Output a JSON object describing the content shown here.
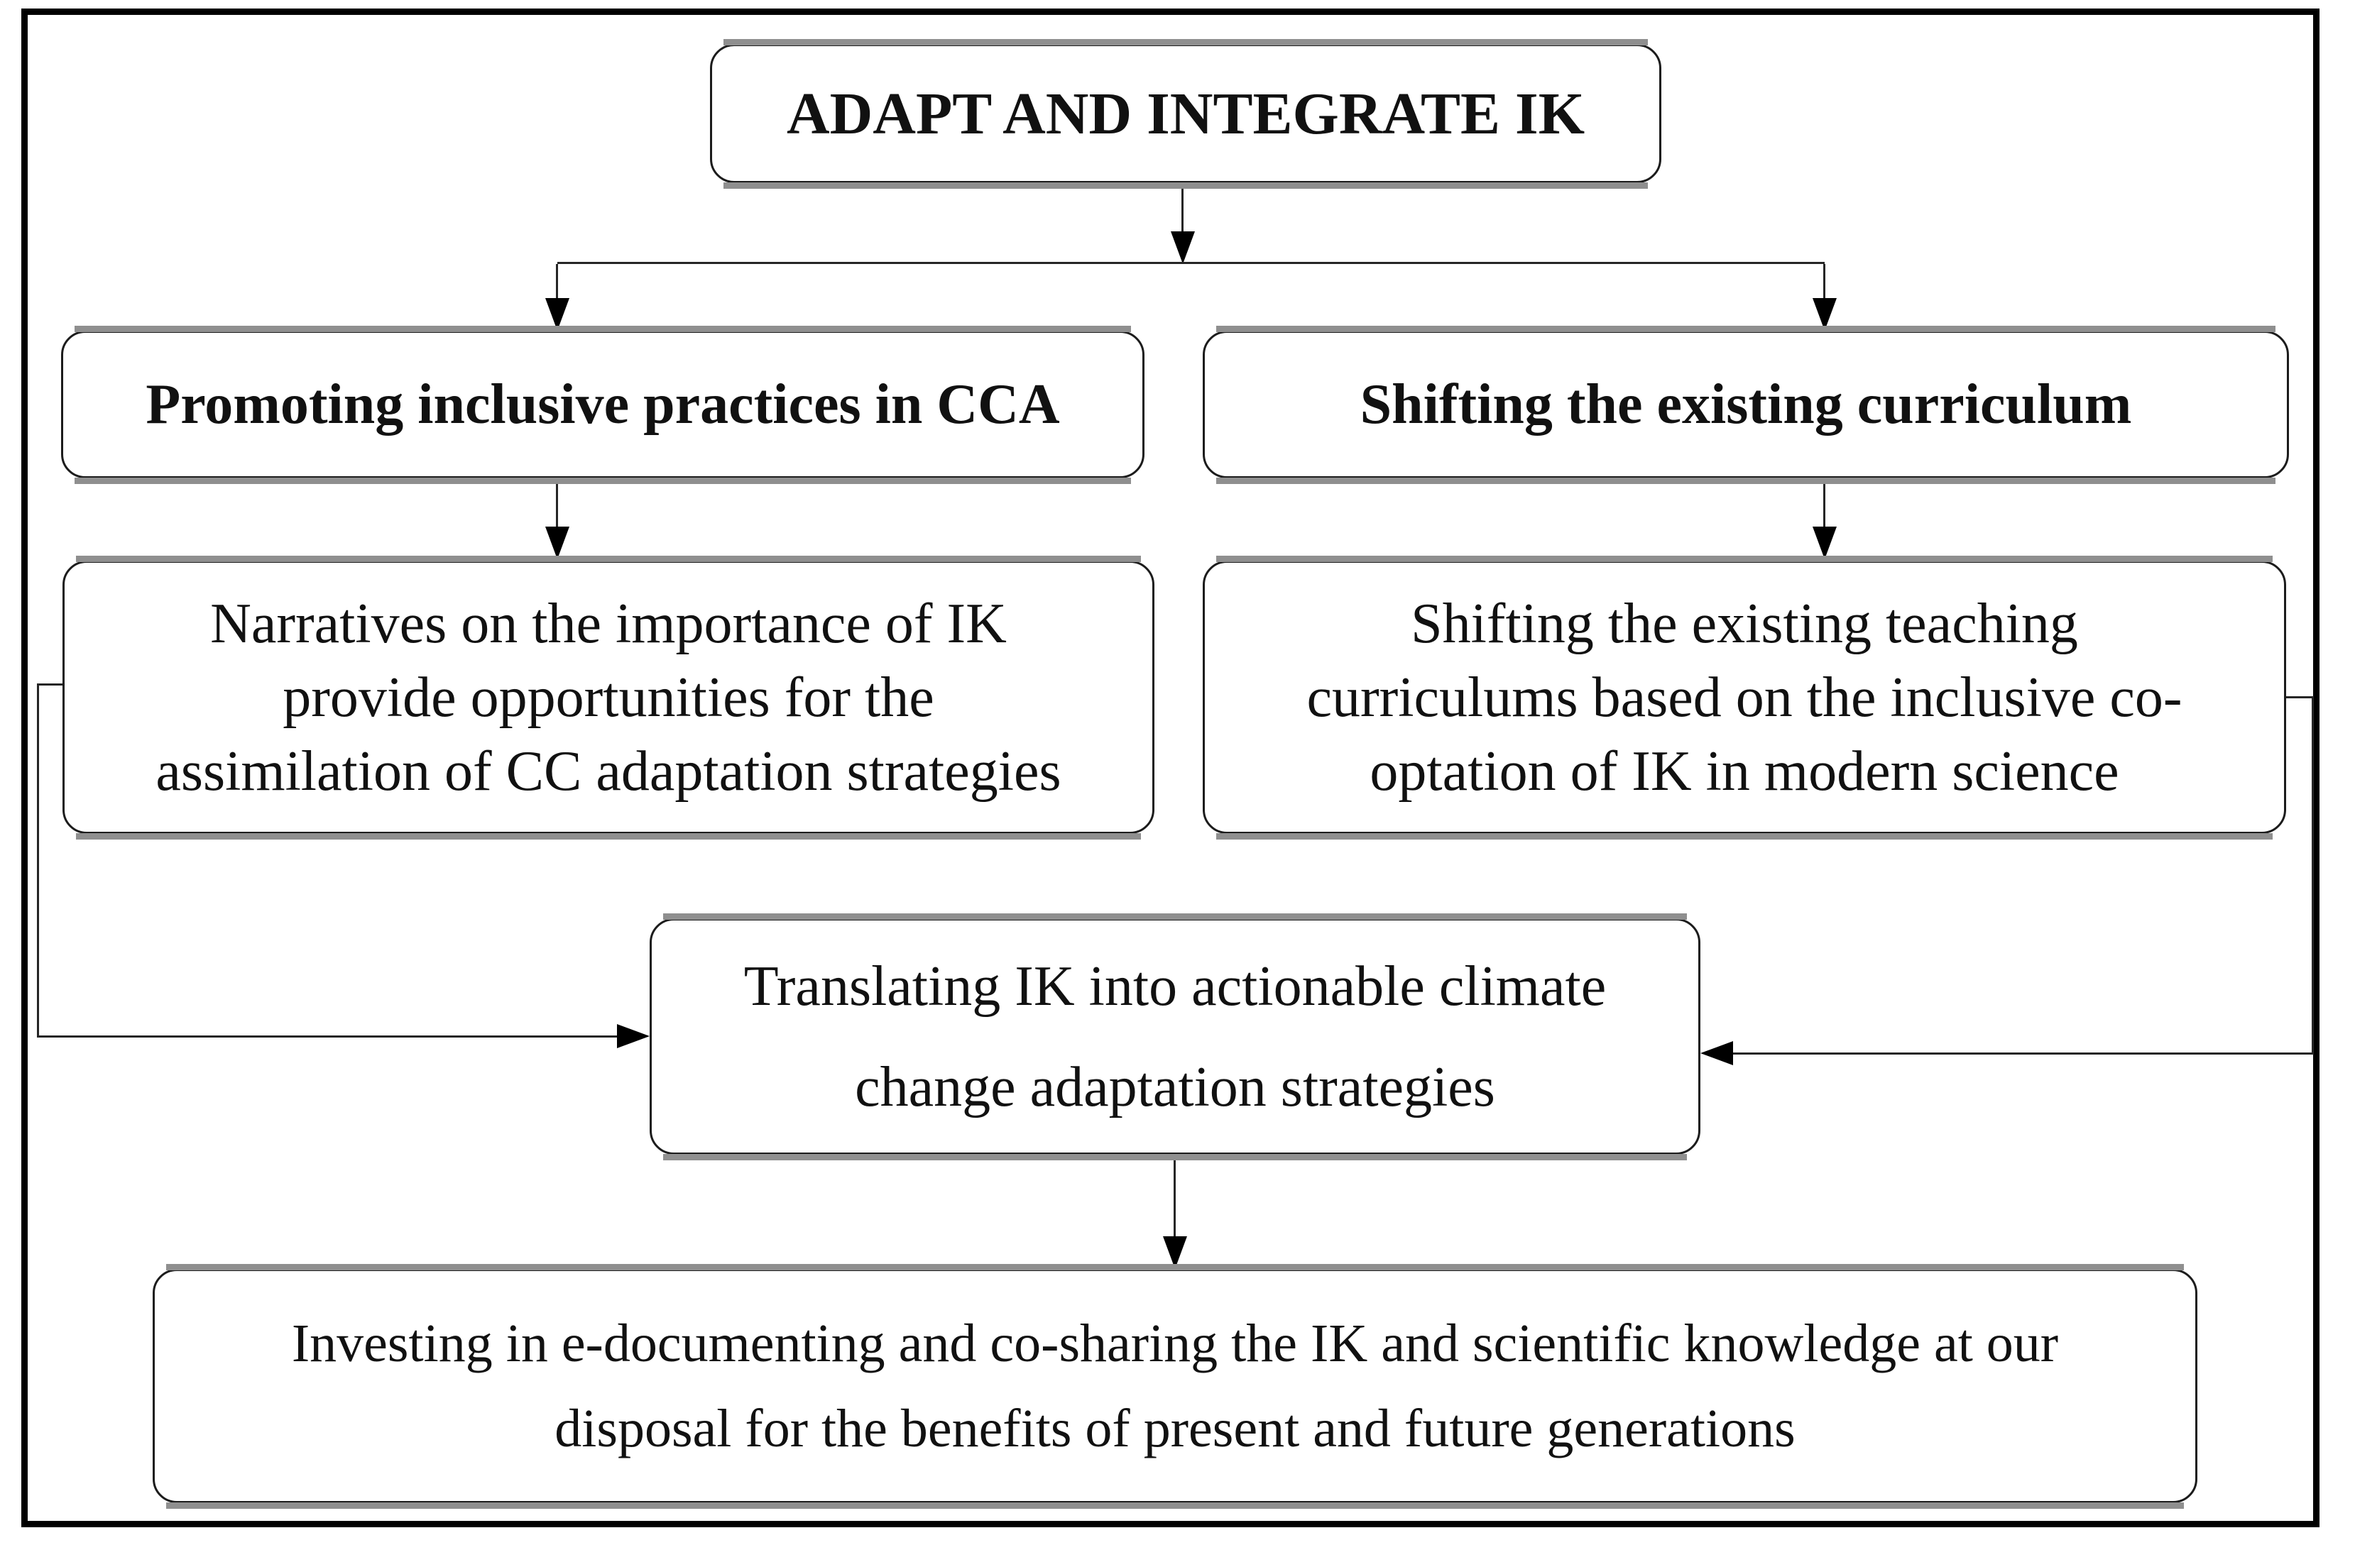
{
  "figure": {
    "type": "flowchart",
    "background": "#ffffff",
    "frame_border": "#000000",
    "box_border": "#1c1c1c",
    "shadow_gray": "#8f8f8f",
    "connector_color": "#262626",
    "text_color": "#111111"
  },
  "nodes": {
    "root": {
      "label": "ADAPT AND INTEGRATE IK"
    },
    "left_branch": {
      "label": "Promoting inclusive practices in CCA"
    },
    "right_branch": {
      "label": "Shifting the existing curriculum"
    },
    "left_detail": {
      "lines": [
        "Narratives on the importance of IK",
        "provide opportunities for the",
        "assimilation of CC adaptation strategies"
      ]
    },
    "right_detail": {
      "lines": [
        "Shifting the existing teaching",
        "curriculums based on the inclusive co-",
        "optation of IK in modern science"
      ]
    },
    "translate": {
      "lines": [
        "Translating IK into actionable climate",
        "change adaptation strategies"
      ]
    },
    "invest": {
      "lines": [
        "Investing in e-documenting and co-sharing the IK and scientific knowledge at our",
        "disposal for the benefits of present and future generations"
      ]
    }
  }
}
